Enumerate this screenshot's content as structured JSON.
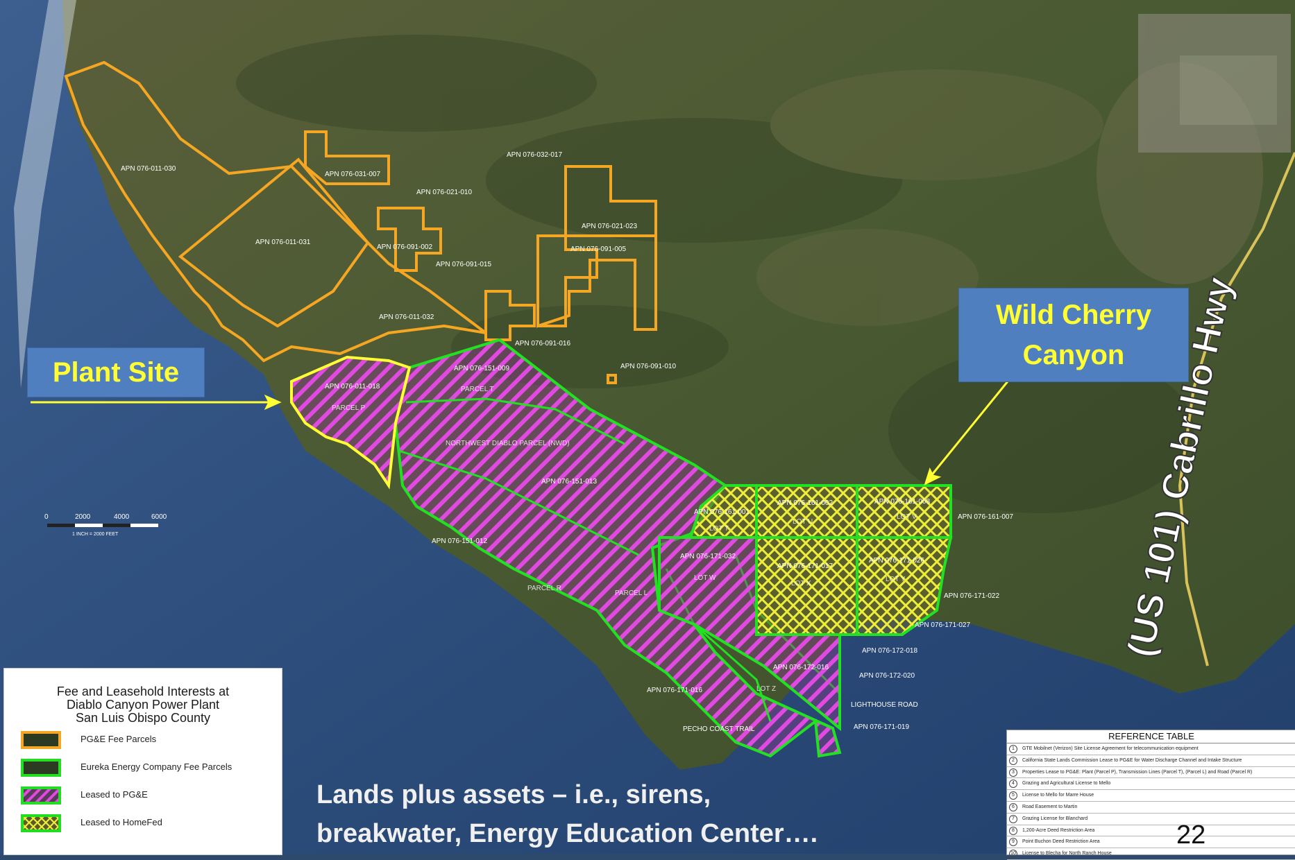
{
  "callouts": {
    "plant_site": "Plant Site",
    "wild_cherry_canyon": [
      "Wild Cherry",
      "Canyon"
    ]
  },
  "highway": {
    "label": "(US 101) Cabrillo Hwy"
  },
  "parcel_labels": [
    "APN 076-011-030",
    "APN 076-031-007",
    "APN 076-021-010",
    "APN 076-011-031",
    "APN 076-091-002",
    "APN 076-032-017",
    "APN 076-021-023",
    "APN 076-091-005",
    "APN 076-091-015",
    "APN 076-011-032",
    "APN 076-091-016",
    "APN 076-091-010",
    "APN 076-011-018",
    "APN 076-151-009",
    "APN 076-151-013",
    "APN 076-151-012",
    "APN 076-161-001",
    "APN 076-161-002",
    "APN 076-161-008",
    "APN 076-161-007",
    "APN 076-171-032",
    "APN 076-171-017",
    "APN 076-171-026",
    "APN 076-171-022",
    "APN 076-171-027",
    "APN 076-172-018",
    "APN 076-172-016",
    "APN 076-172-020",
    "APN 076-171-016",
    "APN 076-171-019"
  ],
  "area_labels": [
    "PARCEL P",
    "PARCEL T",
    "NORTHWEST DIABLO PARCEL (NWD)",
    "PARCEL R",
    "PARCEL L",
    "LOT T",
    "LOT U",
    "LOT V",
    "LOT W",
    "LOT X",
    "LOT Y",
    "LOT Z"
  ],
  "road_labels": [
    "LIGHTHOUSE ROAD",
    "PECHO COAST TRAIL"
  ],
  "scale_bar": {
    "ticks": [
      "0",
      "2000",
      "4000",
      "6000"
    ],
    "note": "1 INCH = 2000 FEET"
  },
  "legend": {
    "title": [
      "Fee and Leasehold Interests at",
      "Diablo Canyon Power Plant",
      "San Luis Obispo County"
    ],
    "items": [
      {
        "label": "PG&E Fee Parcels",
        "color": "#f5a623"
      },
      {
        "label": "Eureka Energy Company Fee Parcels",
        "color": "#22dd22"
      },
      {
        "label": "Leased to PG&E",
        "color": "#d63ad6"
      },
      {
        "label": "Leased to HomeFed",
        "color": "#e8e84a"
      }
    ]
  },
  "caption": [
    "Lands plus assets – i.e., sirens,",
    "breakwater, Energy Education Center…."
  ],
  "reference_table": {
    "title": "REFERENCE TABLE",
    "rows": [
      {
        "num": "1",
        "text": "GTE Mobilnet (Verizon) Site License Agreement for telecommunication equipment"
      },
      {
        "num": "2",
        "text": "California State Lands Commission Lease to PG&E for Water Discharge Channel and Intake Structure"
      },
      {
        "num": "3",
        "text": "Properties Lease to PG&E: Plant (Parcel P), Transmission Lines (Parcel T), (Parcel L) and Road (Parcel R)"
      },
      {
        "num": "4",
        "text": "Grazing and Agricultural License to Mello"
      },
      {
        "num": "5",
        "text": "License to Mello for Marre House"
      },
      {
        "num": "6",
        "text": "Road Easement to Martin"
      },
      {
        "num": "7",
        "text": "Grazing License for Blanchard"
      },
      {
        "num": "8",
        "text": "1,200-Acre Deed Restriction Area"
      },
      {
        "num": "9",
        "text": "Point Buchon Deed Restriction Area"
      },
      {
        "num": "10",
        "text": "License to Blecha for North Ranch House"
      }
    ]
  },
  "page_number": "22"
}
